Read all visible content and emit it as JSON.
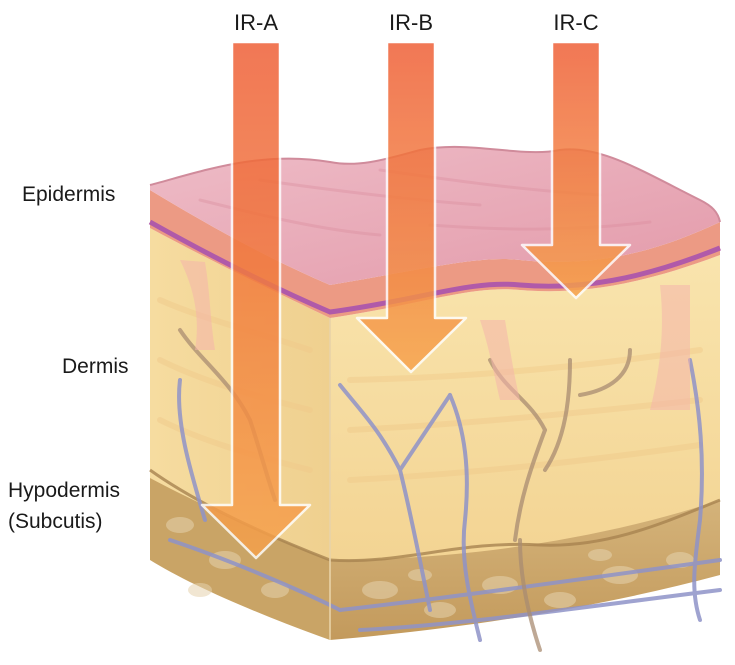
{
  "labels": {
    "epidermis": "Epidermis",
    "dermis": "Dermis",
    "hypodermis_line1": "Hypodermis",
    "hypodermis_line2": "(Subcutis)"
  },
  "arrows": [
    {
      "label": "IR-A",
      "penetrates_to": "Hypodermis"
    },
    {
      "label": "IR-B",
      "penetrates_to": "Dermis"
    },
    {
      "label": "IR-C",
      "penetrates_to": "Epidermis"
    }
  ],
  "colors": {
    "arrow_top": "#ef5a30",
    "arrow_bottom": "#f5a14a",
    "epidermis": "#eab0bd",
    "epidermis_base": "#e88c78",
    "basal_line": "#b45aa8",
    "dermis": "#f7dfa6",
    "hypodermis": "#c8a262",
    "vessel_blue": "#8d93c6",
    "vessel_brown": "#a98a6c",
    "text": "#1a1a1a"
  }
}
